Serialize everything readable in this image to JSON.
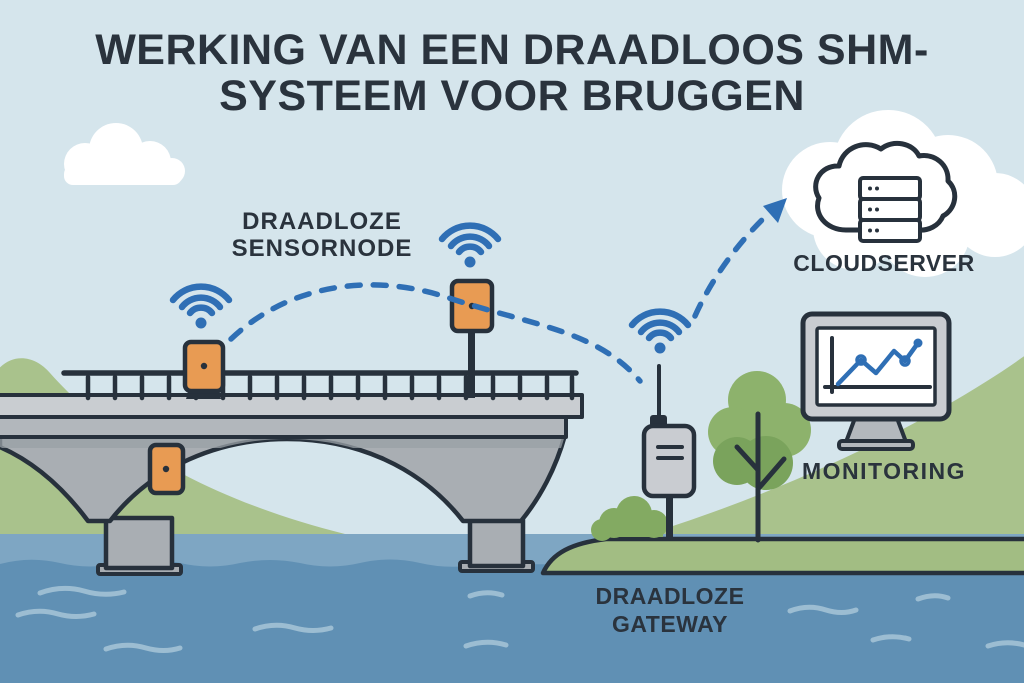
{
  "title": {
    "line1": "WERKING VAN EEN DRAADLOOS SHM-",
    "line2": "SYSTEEM VOOR BRUGGEN"
  },
  "labels": {
    "sensornode": {
      "line1": "DRAADLOZE",
      "line2": "SENSORNODE"
    },
    "cloudserver": "CLOUDSERVER",
    "monitoring": "MONITORING",
    "gateway": {
      "line1": "DRAADLOZE",
      "line2": "GATEWAY"
    }
  },
  "icons": {
    "wifi": "wifi-icon",
    "sensor": "sensor-node-icon",
    "gateway_device": "gateway-device-icon",
    "cloud_server": "cloud-server-icon",
    "monitor": "monitor-chart-icon",
    "bridge": "bridge-illustration",
    "tree": "tree-icon",
    "bush": "bush-icon",
    "cloud": "cloud-icon",
    "dashed_link": "dashed-link",
    "dashed_arrow": "dashed-arrow"
  },
  "colors": {
    "sky": "#d5e5ec",
    "ink": "#27313c",
    "text": "#2a333d",
    "blue": "#2f6fb5",
    "orange": "#e89b53",
    "deck_light": "#c9cdd1",
    "deck_mid": "#b2b7bc",
    "wall": "#a9aeb3",
    "wall_shade": "#9aa0a6",
    "device_gray": "#c9ccd1",
    "stand_gray": "#b3b8bd",
    "water": "#6090b4",
    "water_light": "#7ea6c3",
    "wave": "#9cbdd2",
    "hill": "#a9c28c",
    "bank": "#a2bd83",
    "bush": "#83aa62",
    "leaf_light": "#8db26c",
    "leaf_dark": "#7aa35c"
  }
}
